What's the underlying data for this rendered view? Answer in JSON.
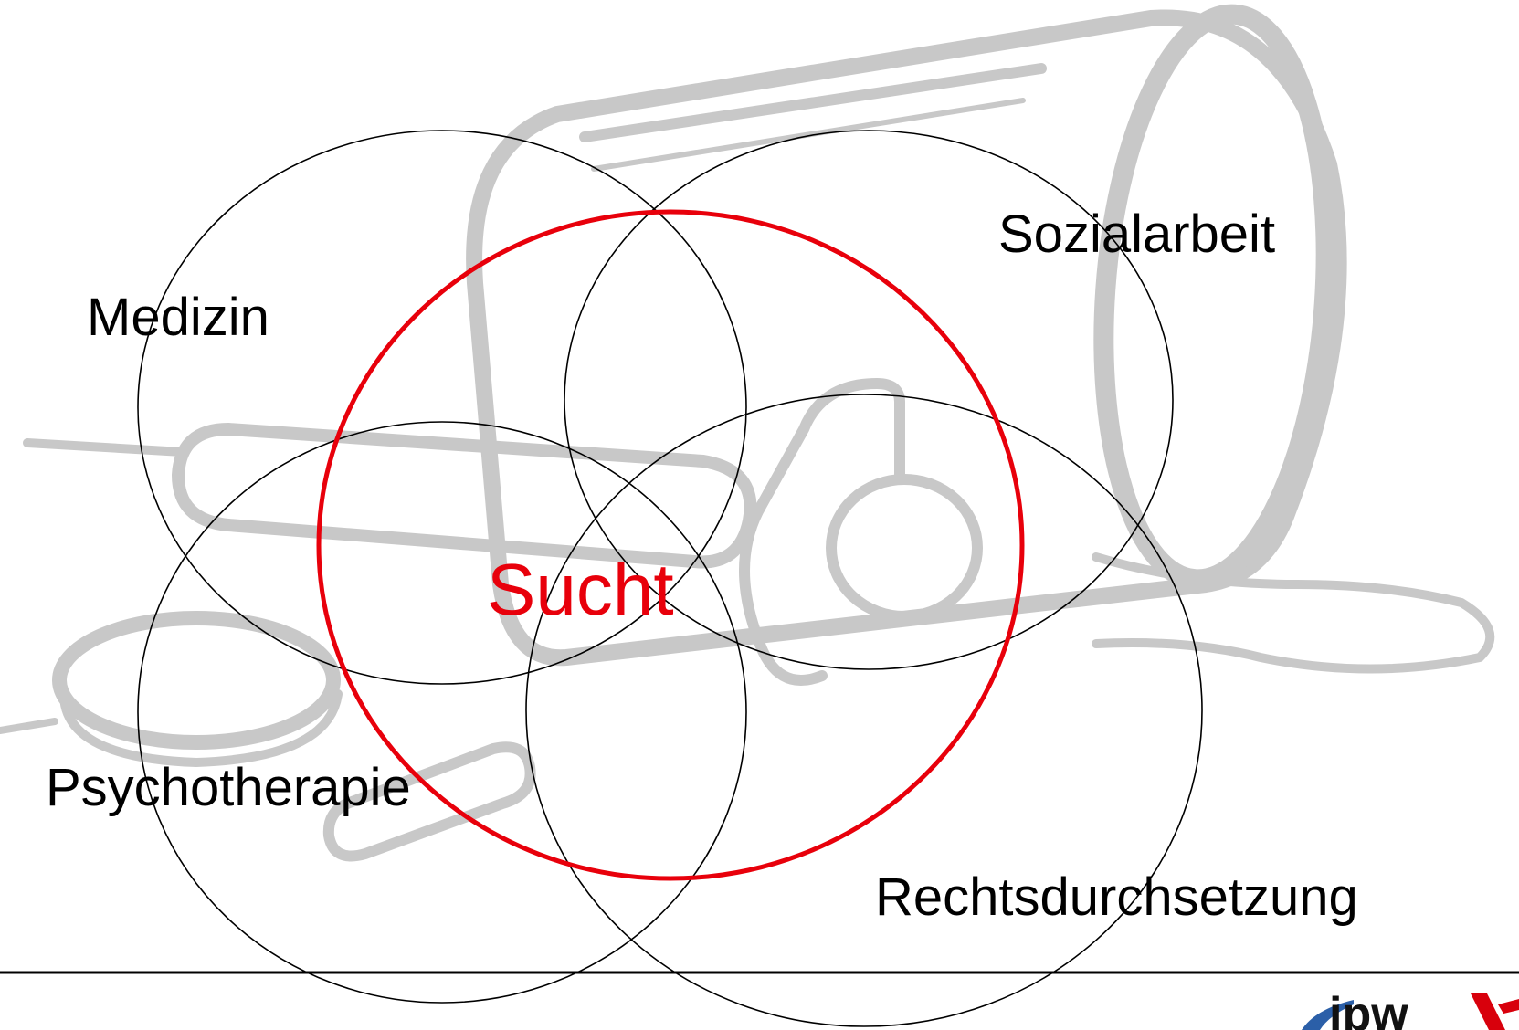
{
  "diagram": {
    "center_label": "Sucht",
    "fields": {
      "medizin": "Medizin",
      "sozialarbeit": "Sozialarbeit",
      "psychotherapie": "Psychotherapie",
      "rechtsdurchsetzung": "Rechtsdurchsetzung"
    }
  },
  "colors": {
    "accent": "#e8000b",
    "circle_stroke": "#000000",
    "background_sketch": "#c8c8c8",
    "logo_blue": "#2b5fa8",
    "logo_red": "#d8000c"
  },
  "logo": {
    "text": "ipw"
  },
  "icons": {
    "background": "pill-bottle-illustration",
    "logo": "ipw-logo"
  }
}
